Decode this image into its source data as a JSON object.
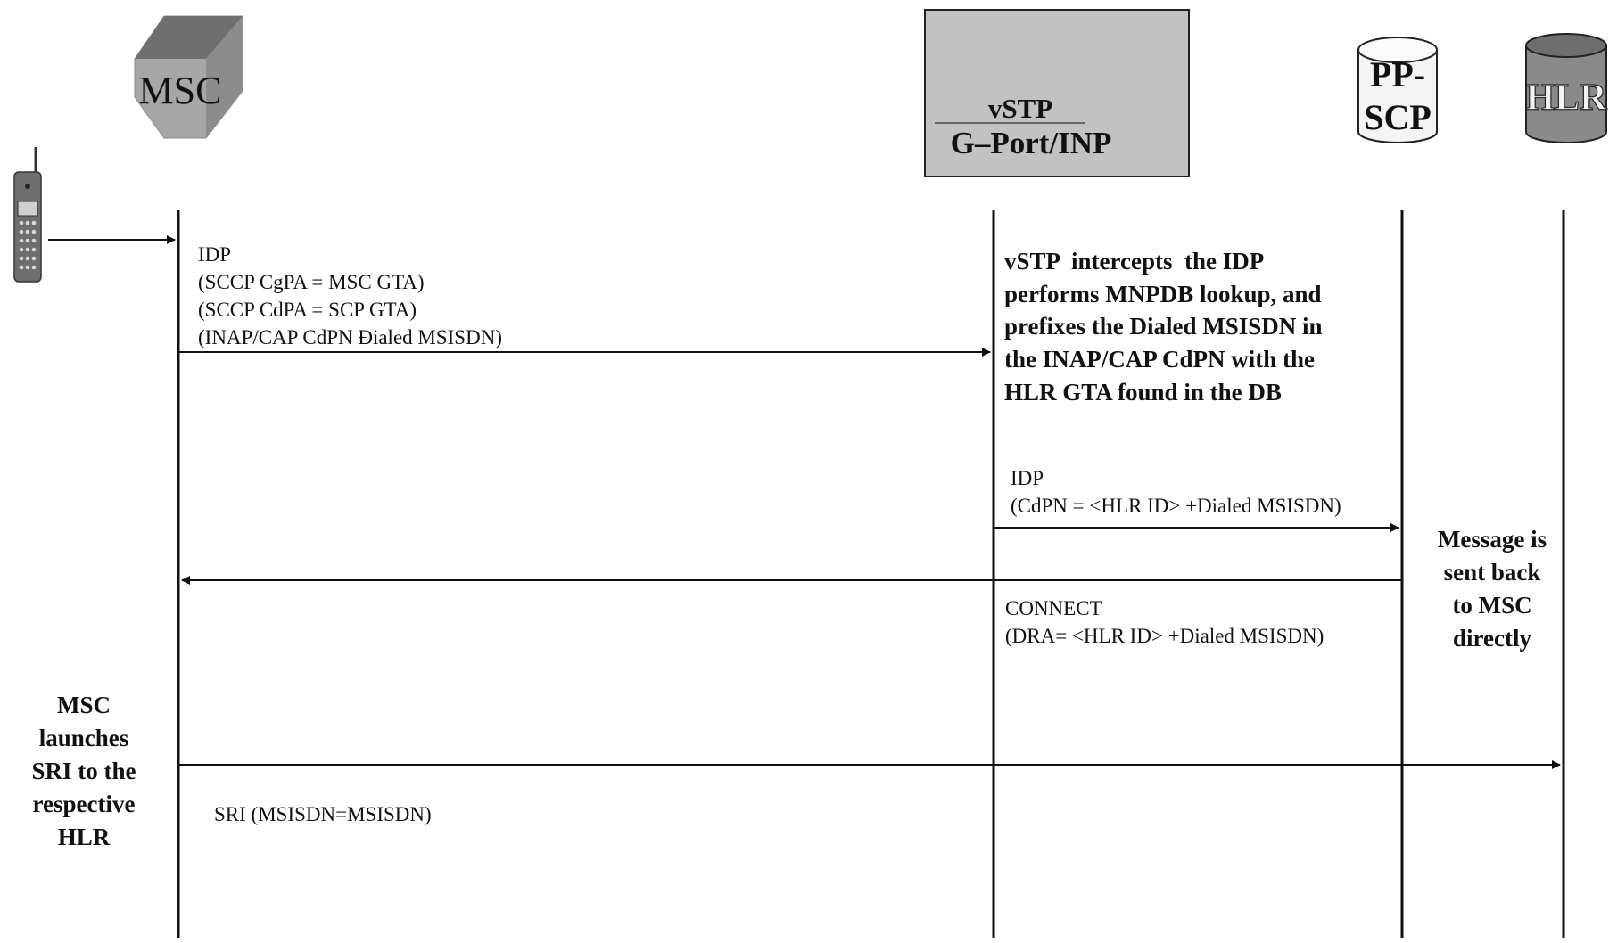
{
  "entities": {
    "msc": {
      "label": "MSC"
    },
    "vstp": {
      "label_top": "vSTP",
      "label_bottom": "G–Port/INP"
    },
    "ppscp": {
      "label_line1": "PP-",
      "label_line2": "SCP"
    },
    "hlr": {
      "label": "HLR"
    }
  },
  "messages": {
    "idp_to_vstp": {
      "lines": [
        "IDP",
        "(SCCP CgPA = MSC GTA)",
        "(SCCP CdPA = SCP GTA)",
        "(INAP/CAP CdPN Ðialed MSISDN)"
      ]
    },
    "idp_to_scp": {
      "lines": [
        "IDP",
        "(CdPN = <HLR ID> +Dialed MSISDN)"
      ]
    },
    "connect": {
      "lines": [
        "CONNECT",
        "(DRA= <HLR ID> +Dialed MSISDN)"
      ]
    },
    "sri": {
      "lines": [
        "SRI (MSISDN=MSISDN)"
      ]
    }
  },
  "notes": {
    "vstp_intercept": {
      "lines": [
        "vSTP  intercepts  the IDP",
        "performs MNPDB lookup, and",
        "prefixes the Dialed MSISDN in",
        "the INAP/CAP CdPN with the",
        "HLR GTA found in the DB"
      ]
    },
    "sent_back": {
      "lines": [
        "Message is",
        "sent back",
        "to MSC",
        "directly"
      ]
    },
    "msc_launches": {
      "lines": [
        "MSC",
        "launches",
        "SRI to the",
        "respective",
        "HLR"
      ]
    }
  },
  "colors": {
    "line": "#111111",
    "msc_fill": "#a6a6a6",
    "msc_top": "#707070",
    "vstp_fill": "#c2c2c2",
    "hlr_fill": "#8a8a8a",
    "ppscp_fill": "#f4f4f4"
  }
}
